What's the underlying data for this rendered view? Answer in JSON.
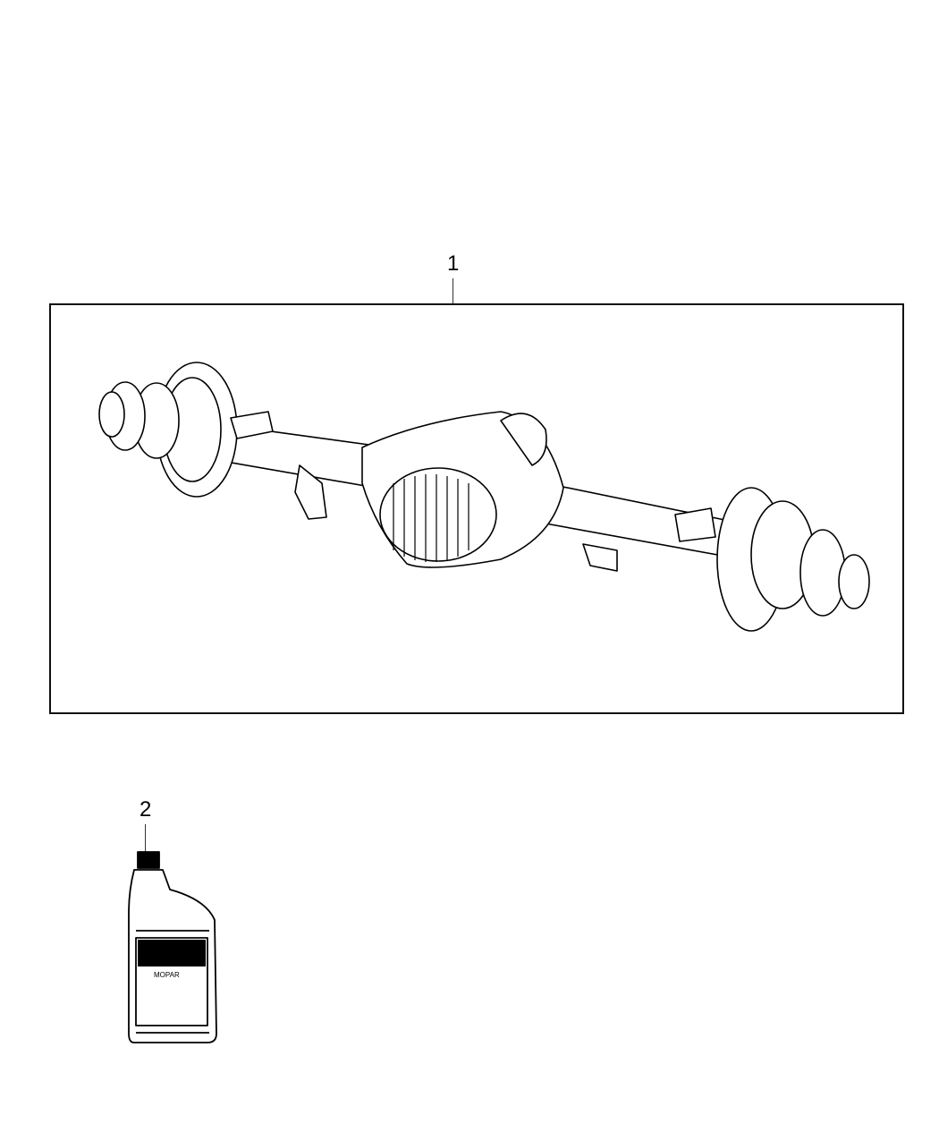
{
  "diagram": {
    "callouts": [
      {
        "number": "1",
        "part": "axle-assembly"
      },
      {
        "number": "2",
        "part": "gear-oil-bottle"
      }
    ],
    "bottle_label": {
      "brand_text": "MOPAR"
    },
    "colors": {
      "line": "#000000",
      "background": "#ffffff"
    }
  }
}
